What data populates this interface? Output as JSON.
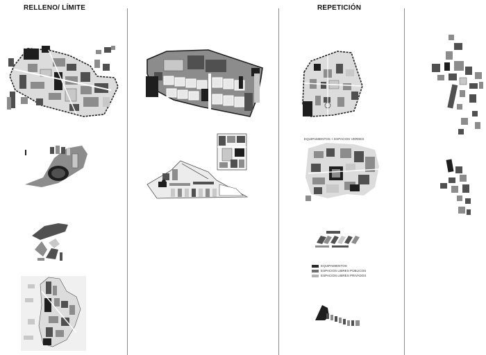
{
  "columns": [
    {
      "heading": "RELLENO/ LÍMITE"
    },
    {
      "heading": ""
    },
    {
      "heading": "REPETICIÓN"
    },
    {
      "heading": ""
    }
  ],
  "captions": {
    "equipamientos_espacios_verdes": "EQUIPAMIENTOS + ESPACIOS VERDES"
  },
  "legend": [
    {
      "label": "EQUIPAMIENTOS",
      "color": "#2a2a2a"
    },
    {
      "label": "ESPACIOS LIBRES PÚBLICOS",
      "color": "#6e6e6e"
    },
    {
      "label": "ESPACIOS LIBRES PRIVADOS",
      "color": "#b3b3b3"
    }
  ],
  "colors": {
    "black": "#1e1e1e",
    "dark": "#505050",
    "mid": "#8c8c8c",
    "light": "#c8c8c8",
    "road": "#ececec",
    "divider": "#8a8a8a"
  }
}
